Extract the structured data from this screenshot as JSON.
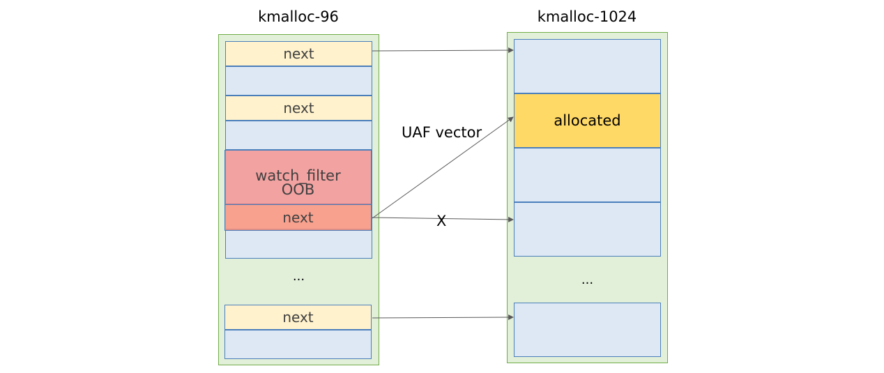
{
  "left_column": {
    "title": "kmalloc-96",
    "slot_label": "next",
    "ellipsis": "...",
    "overlay": {
      "name_line1": "watch_filter",
      "name_line2": "OOB",
      "next_label": "next"
    }
  },
  "right_column": {
    "title": "kmalloc-1024",
    "allocated_label": "allocated",
    "ellipsis": "..."
  },
  "labels": {
    "uaf": "UAF vector",
    "x": "X"
  },
  "colors": {
    "panel_fill": "#e2efd9",
    "panel_border": "#70ad47",
    "slot_fill": "#dde8f4",
    "slot_border": "#4a7ebb",
    "next_fill": "#fff2cc",
    "allocated_fill": "#ffd966",
    "overlay_fill": "#ff786e",
    "arrow": "#595959"
  }
}
